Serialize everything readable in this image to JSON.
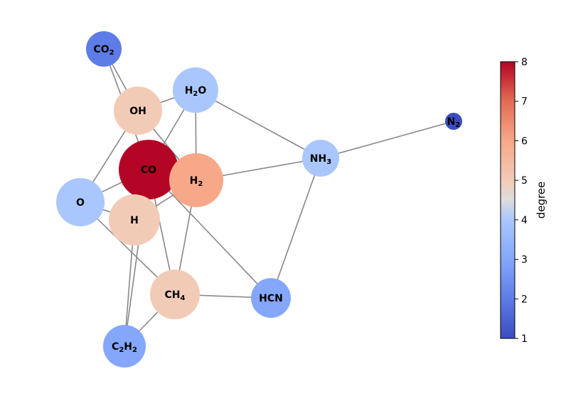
{
  "graph": {
    "nodes": [
      {
        "id": "CO2",
        "label": "CO",
        "sub": "2",
        "degree": 2
      },
      {
        "id": "OH",
        "label": "OH",
        "sub": "",
        "degree": 5
      },
      {
        "id": "H2O",
        "label": "H",
        "sub": "2",
        "suffix": "O",
        "degree": 4
      },
      {
        "id": "CO",
        "label": "CO",
        "sub": "",
        "degree": 8
      },
      {
        "id": "H2",
        "label": "H",
        "sub": "2",
        "degree": 6
      },
      {
        "id": "NH3",
        "label": "NH",
        "sub": "3",
        "degree": 4
      },
      {
        "id": "N2",
        "label": "N",
        "sub": "2",
        "degree": 1
      },
      {
        "id": "O",
        "label": "O",
        "sub": "",
        "degree": 4
      },
      {
        "id": "H",
        "label": "H",
        "sub": "",
        "degree": 5
      },
      {
        "id": "CH4",
        "label": "CH",
        "sub": "4",
        "degree": 5
      },
      {
        "id": "HCN",
        "label": "HCN",
        "sub": "",
        "degree": 3
      },
      {
        "id": "C2H2",
        "label": "C",
        "sub": "2",
        "suffix": "H",
        "sub2": "2",
        "degree": 3
      }
    ],
    "edges": [
      [
        "CO2",
        "OH"
      ],
      [
        "CO2",
        "CO"
      ],
      [
        "OH",
        "H2O"
      ],
      [
        "OH",
        "O"
      ],
      [
        "OH",
        "H2"
      ],
      [
        "H2O",
        "CO"
      ],
      [
        "H2O",
        "H2"
      ],
      [
        "H2O",
        "NH3"
      ],
      [
        "CO",
        "O"
      ],
      [
        "CO",
        "H2"
      ],
      [
        "CO",
        "H"
      ],
      [
        "CO",
        "CH4"
      ],
      [
        "CO",
        "HCN"
      ],
      [
        "CO",
        "C2H2"
      ],
      [
        "H2",
        "NH3"
      ],
      [
        "H2",
        "H"
      ],
      [
        "H2",
        "CH4"
      ],
      [
        "NH3",
        "N2"
      ],
      [
        "NH3",
        "HCN"
      ],
      [
        "O",
        "H"
      ],
      [
        "O",
        "CH4"
      ],
      [
        "H",
        "C2H2"
      ],
      [
        "CH4",
        "HCN"
      ],
      [
        "CH4",
        "C2H2"
      ]
    ]
  },
  "colorbar": {
    "label": "degree",
    "min": 1,
    "max": 8,
    "ticks": [
      "1",
      "2",
      "3",
      "4",
      "5",
      "6",
      "7",
      "8"
    ],
    "colormap": "coolwarm"
  }
}
